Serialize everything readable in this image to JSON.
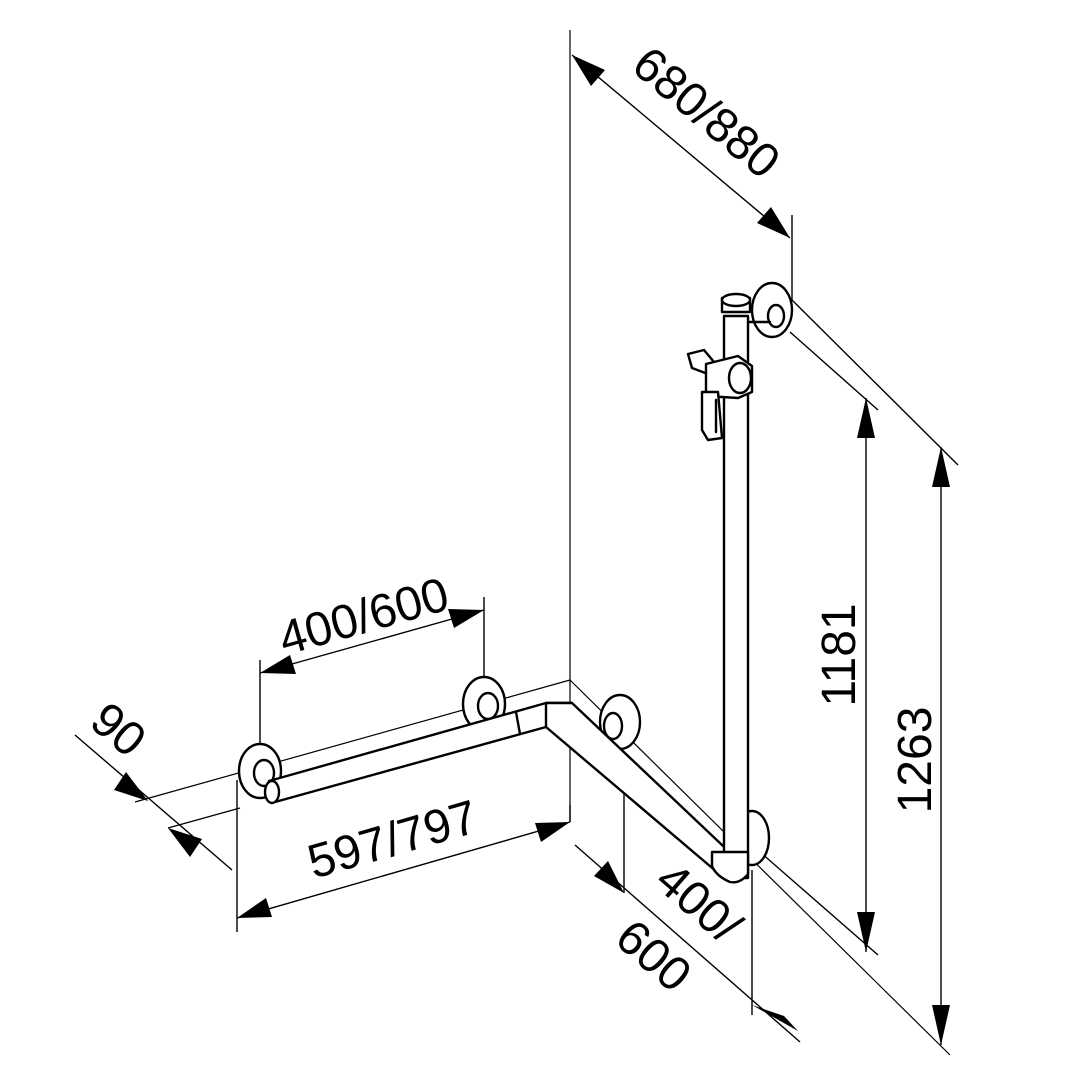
{
  "dimensions": {
    "top_diagonal": "680/880",
    "vertical_inner": "1181",
    "vertical_outer": "1263",
    "horizontal_upper": "400/600",
    "horizontal_lower": "597/797",
    "depth": "90",
    "corner_line1": "400/",
    "corner_line2": "600"
  }
}
